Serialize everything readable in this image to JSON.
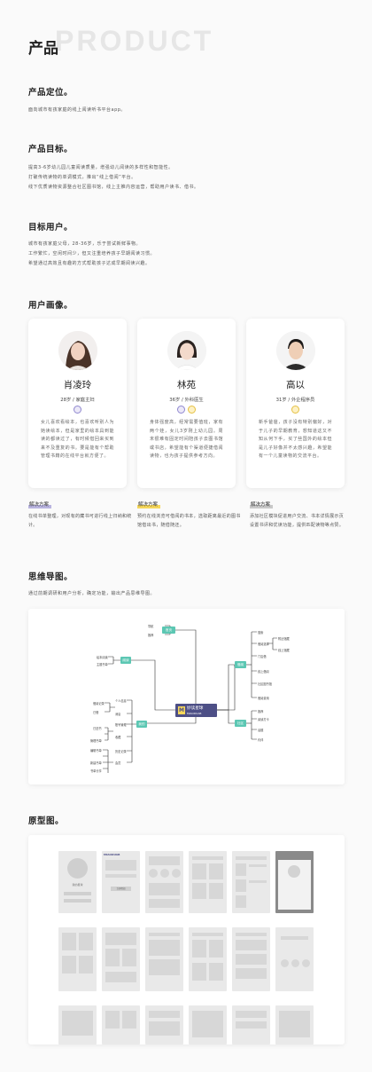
{
  "header": {
    "bg_word": "PRODUCT",
    "title": "产品"
  },
  "positioning": {
    "heading": "产品定位。",
    "text": "面向城市有孩家庭的线上阅读听书平台app。"
  },
  "goals": {
    "heading": "产品目标。",
    "lines": [
      "提高3-6岁幼儿园儿童阅读质量，增强幼儿阅读的多样性和智能性。",
      "打破传统读物的单调模式，推出“线上借阅”平台。",
      "线下优质读物资源整合社区图书馆，线上主推内容运营，帮助用户读书、借书。"
    ]
  },
  "users": {
    "heading": "目标用户。",
    "lines": [
      "城市有孩家庭父母，28-36岁，乐于尝试新鲜事物。",
      "工作繁忙，空闲时间少，但又注重培养孩子早期阅读习惯。",
      "希望通过高效且有趣的方式帮助孩子达成早期阅读兴趣。"
    ]
  },
  "personas": {
    "heading": "用户画像。",
    "solution_label": "解决方案",
    "items": [
      {
        "name": "肖凌玲",
        "sub": "28岁 / 家庭主妇",
        "desc": "女儿喜欢看绘本，也喜欢听别人为她读绘本，但是家里的绘本具到能读的都读过了，有时候借回来买到来不及重复的书。要是能有个帮助管理书籍的在线平台就方便了。",
        "solution": "在线书单整理，对现有的藏书可进行线上归纳和统计。"
      },
      {
        "name": "林苑",
        "sub": "36岁 / 外科医生",
        "desc": "身体强度高，经常需要值班，家有两个娃，女儿3岁刚上幼儿园。周末很难有固定时间陪孩子去图书馆或书店，希望能有个渠道便捷借阅读物，也为孩子提供参考方向。",
        "solution": "预约在线浏览可借阅的书本，选取距离最近的图书馆借出书，随借随还。"
      },
      {
        "name": "高以",
        "sub": "31岁 / 外企程序员",
        "desc": "新手爸爸，孩子没有特别偏好，对于儿子的早期教育，想知道这又不知从何下手，买了些国外的绘本但是儿子好像并不太感兴趣，希望能有一个儿童读物的交流平台。",
        "solution": "添加社区模块促进用户交流、书本详情展示页设置书评和优读功能，提供匹配读物等点赞。"
      }
    ]
  },
  "mindmap": {
    "heading": "思维导图。",
    "desc": "通过前期调研和用户分析，确定功能，输出产品思维导图。",
    "center_title": "妙读星球",
    "center_sub": "MIAODUAB",
    "center_mark": "M",
    "branches": {
      "top": "首页",
      "left_top": "阅读",
      "right": "借阅",
      "left_bottom": "我的",
      "right_bottom": "社区"
    },
    "leaves": {
      "top": [
        "导航",
        "推荐"
      ],
      "left_top": [
        "绘本阅读",
        "主题书单"
      ],
      "right": [
        "搜索",
        "借阅选择",
        "门店借",
        "线上借阅",
        "社区图书馆",
        "借阅费用"
      ],
      "right_sub": [
        "附近馆藏",
        "线上馆藏"
      ],
      "left_bottom": [
        "个人信息",
        "消息",
        "账号管理",
        "收藏",
        "历史记录",
        "会员"
      ],
      "left_bottom_sub": [
        "借阅记录",
        "已借",
        "已还书",
        "管理书单",
        "编辑书单",
        "新建书单",
        "书单分享"
      ],
      "right_bottom": [
        "推荐",
        "阅读打卡",
        "话题",
        "约伴"
      ]
    }
  },
  "prototype": {
    "heading": "原型图。",
    "logo": "MIAODUAB",
    "wf_title": "我的星球",
    "wf_btn": "立即借阅"
  },
  "colors": {
    "accent_teal": "#5cc7b3",
    "accent_purple": "#4d4f86",
    "highlight_purple": "#b9b4e0",
    "highlight_yellow": "#f6d75a",
    "highlight_grey": "#c9c9c9"
  }
}
